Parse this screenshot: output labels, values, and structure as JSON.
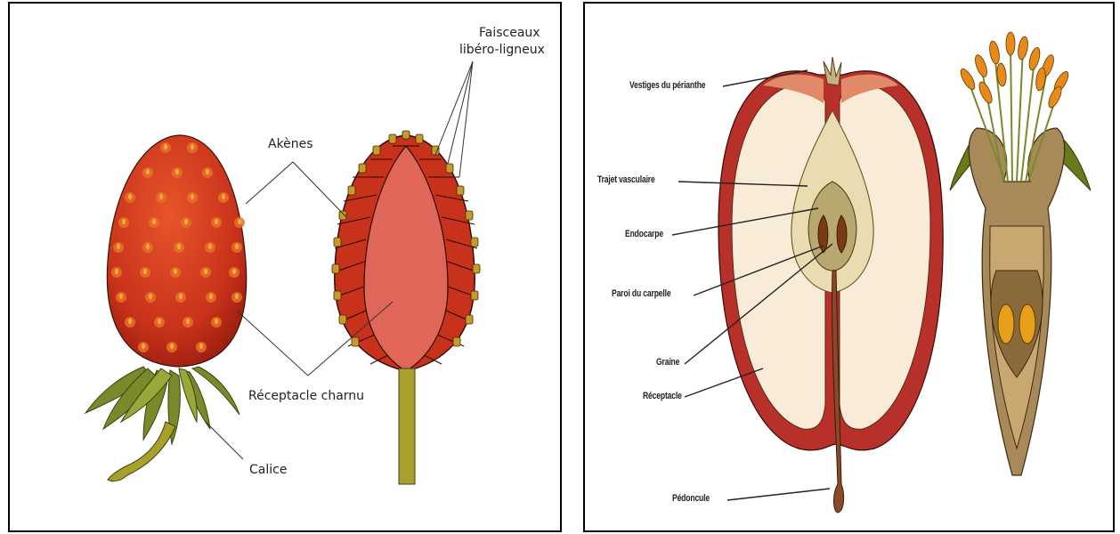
{
  "strawberry": {
    "labels": {
      "faisceaux": "Faisceaux",
      "libero": "libéro-ligneux",
      "akenes": "Akènes",
      "receptacle": "Réceptacle charnu",
      "calice": "Calice"
    }
  },
  "apple": {
    "labels": {
      "vestiges": "Vestiges du périanthe",
      "trajet": "Trajet vasculaire",
      "endocarpe": "Endocarpe",
      "paroi": "Paroi du carpelle",
      "graine": "Graine",
      "receptacle": "Réceptacle",
      "pedoncule": "Pédoncule"
    }
  },
  "colors": {
    "strawberry_red": "#c8321a",
    "receptacle_pink": "#e0665a",
    "stem_olive": "#a8a02a",
    "leaf_green": "#7a8a2a",
    "apple_flesh": "#f8ecd8",
    "apple_skin": "#b8302a",
    "flower_orange": "#e88a1a"
  }
}
